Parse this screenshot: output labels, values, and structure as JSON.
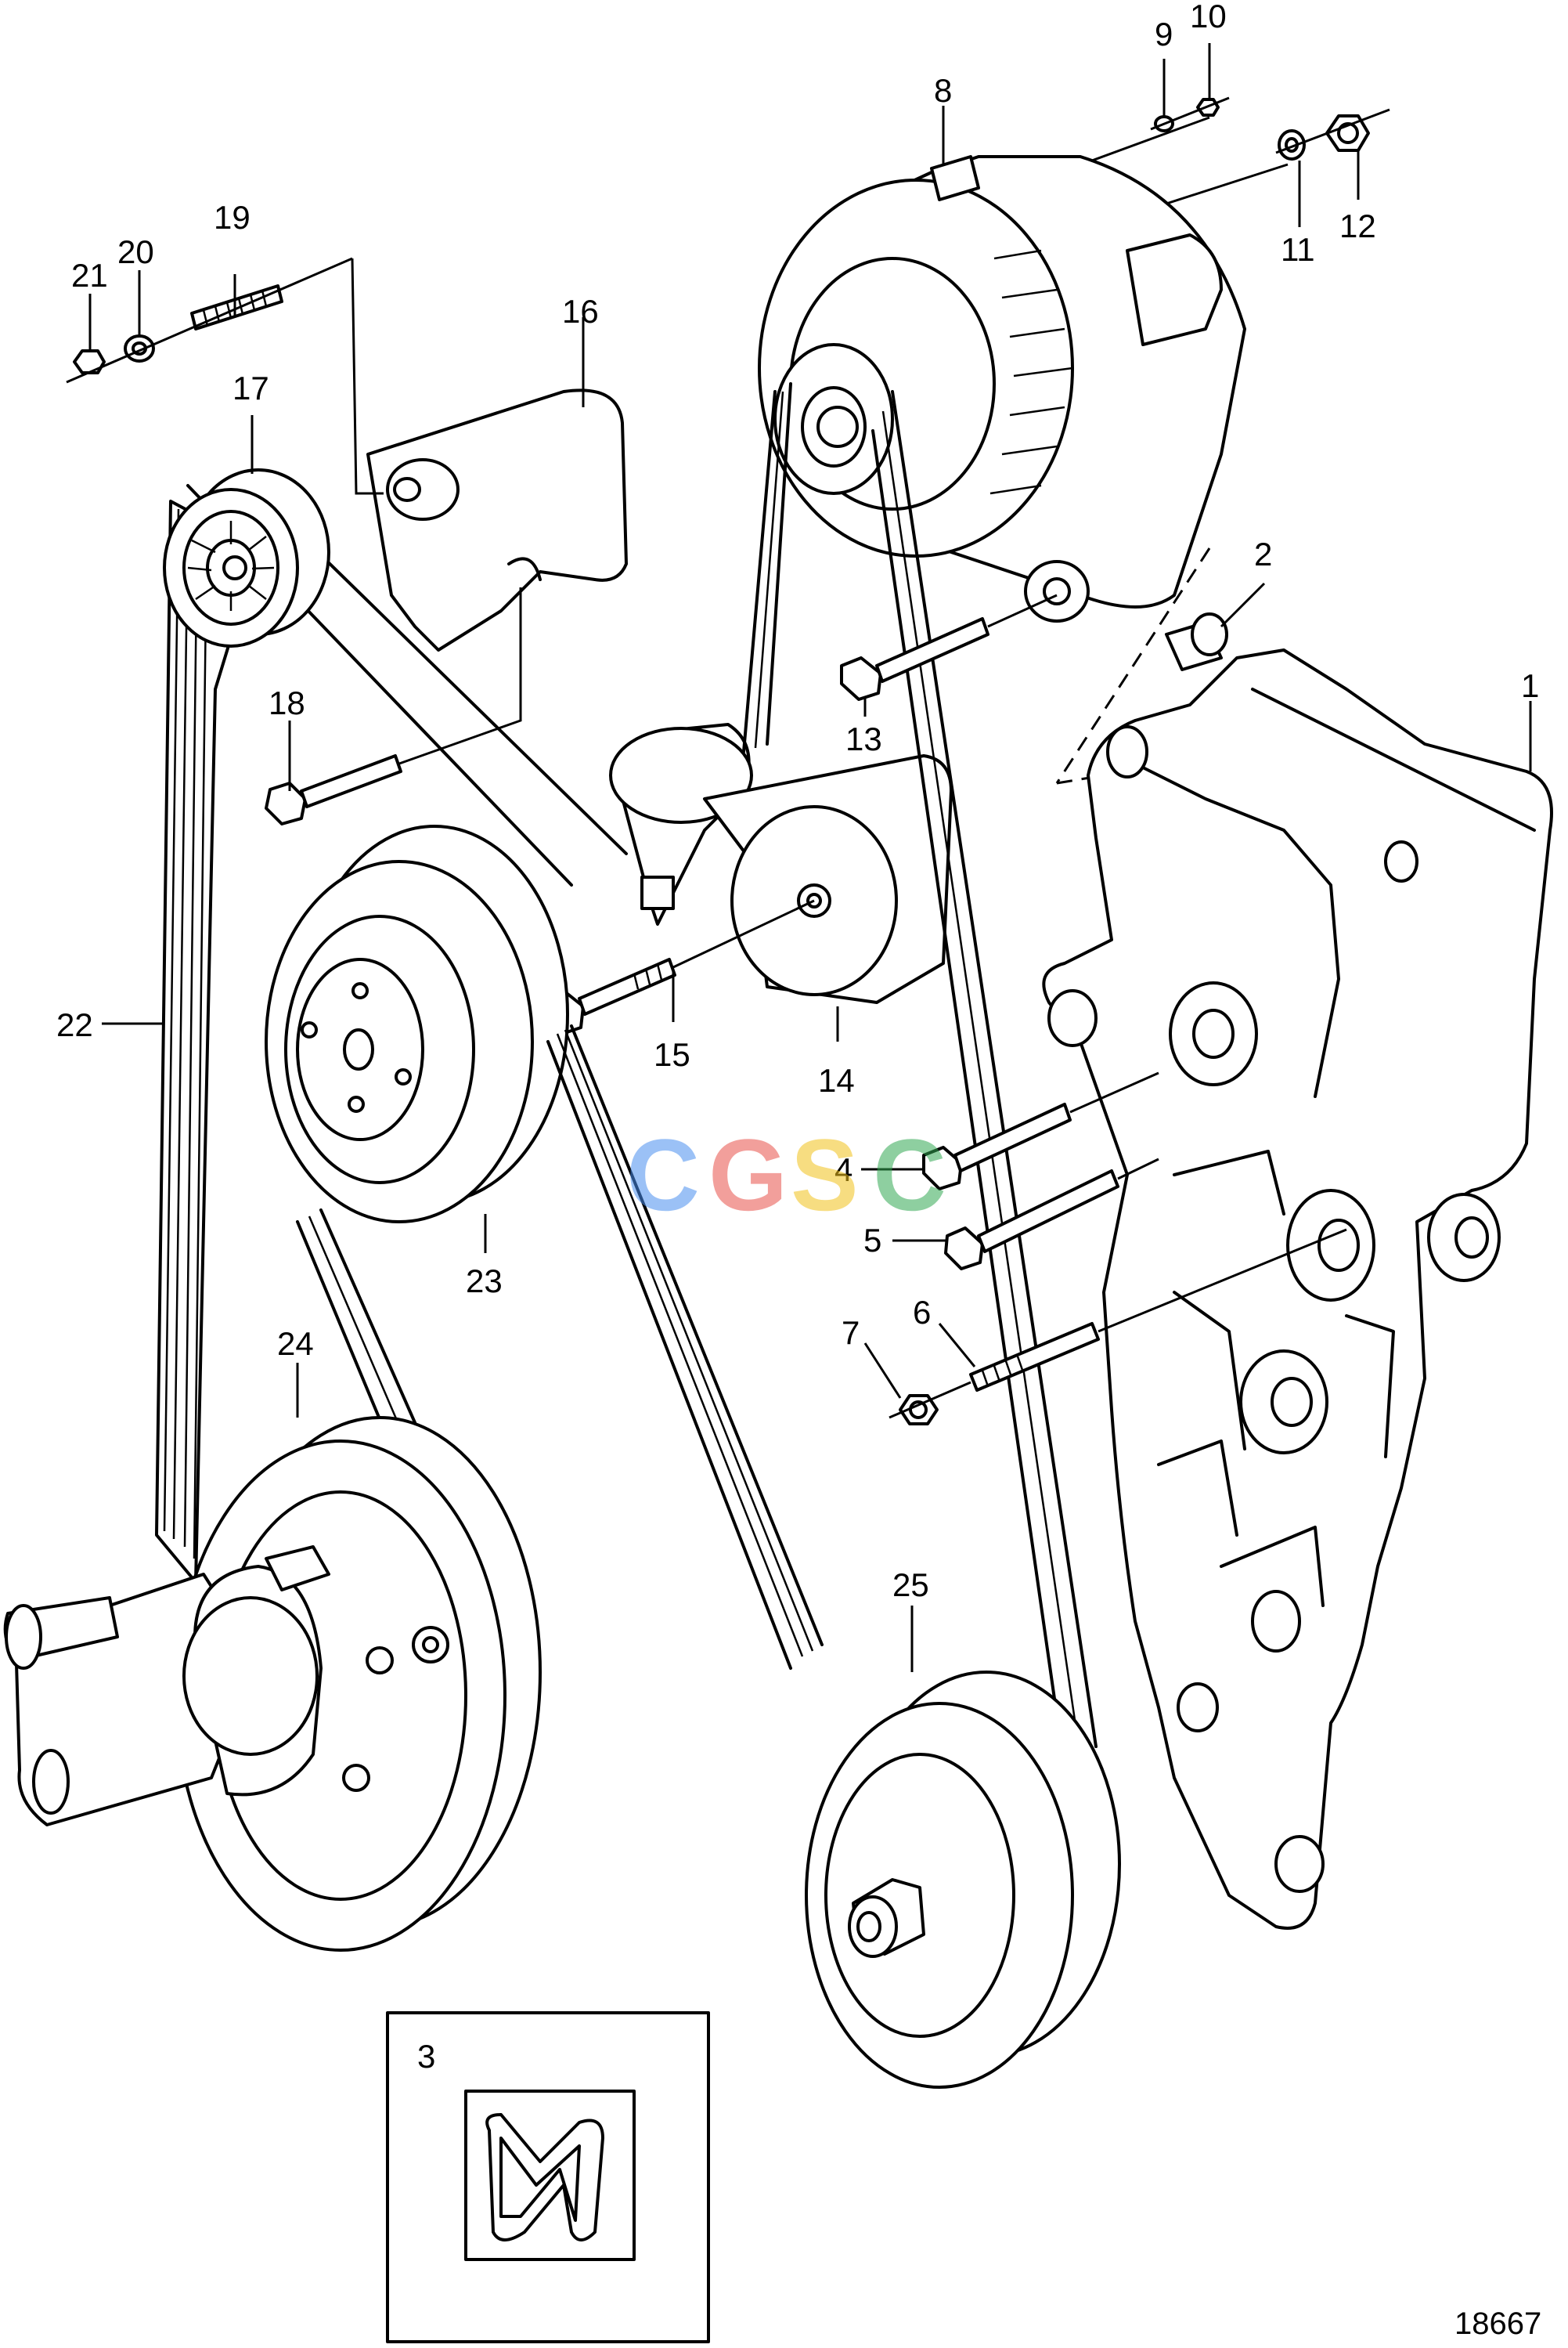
{
  "callouts": [
    "1",
    "2",
    "3",
    "4",
    "5",
    "6",
    "7",
    "8",
    "9",
    "10",
    "11",
    "12",
    "13",
    "14",
    "15",
    "16",
    "17",
    "18",
    "19",
    "20",
    "21",
    "22",
    "23",
    "24",
    "25"
  ],
  "drawing_number": "18667",
  "watermark": {
    "letters": [
      "C",
      "G",
      "S",
      "C"
    ],
    "colors": [
      "#4a8ff0",
      "#e8524a",
      "#f2c21b",
      "#33a853"
    ]
  }
}
